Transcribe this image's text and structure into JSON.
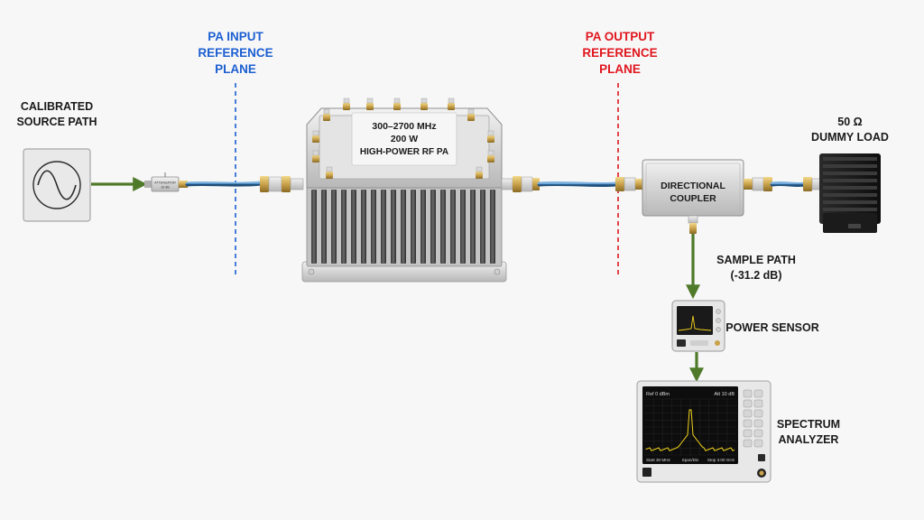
{
  "labels": {
    "source": [
      "CALIBRATED",
      "SOURCE PATH"
    ],
    "pa_input_plane": [
      "PA INPUT",
      "REFERENCE",
      "PLANE"
    ],
    "pa_output_plane": [
      "PA OUTPUT",
      "REFERENCE",
      "PLANE"
    ],
    "dummy_load": [
      "50 Ω",
      "DUMMY LOAD"
    ],
    "sample_path": [
      "SAMPLE PATH",
      "(-31.2 dB)"
    ],
    "power_sensor": "POWER SENSOR",
    "spectrum_analyzer": [
      "SPECTRUM",
      "ANALYZER"
    ]
  },
  "pa_label": [
    "300–2700 MHz",
    "200 W",
    "HIGH-POWER RF PA"
  ],
  "coupler_label": [
    "DIRECTIONAL",
    "COUPLER"
  ],
  "attenuator_text": [
    "ATTENUATOR",
    "10 dB"
  ],
  "analyzer_screen": {
    "ref": "Ref 0 dBm",
    "att": "Att 10 dB",
    "start": "Start 30 MHz",
    "center": "Span/Div",
    "stop": "Stop 3.00 GHz"
  },
  "colors": {
    "input_plane": "#1c5fd1",
    "output_plane": "#e0161e",
    "signal_arrow": "#4f7a2a",
    "cable": "#3d7fb8",
    "trace": "#f1d21a"
  },
  "icons": {
    "source": "sine-wave-icon",
    "analyzer_logo": "logo-icon"
  }
}
